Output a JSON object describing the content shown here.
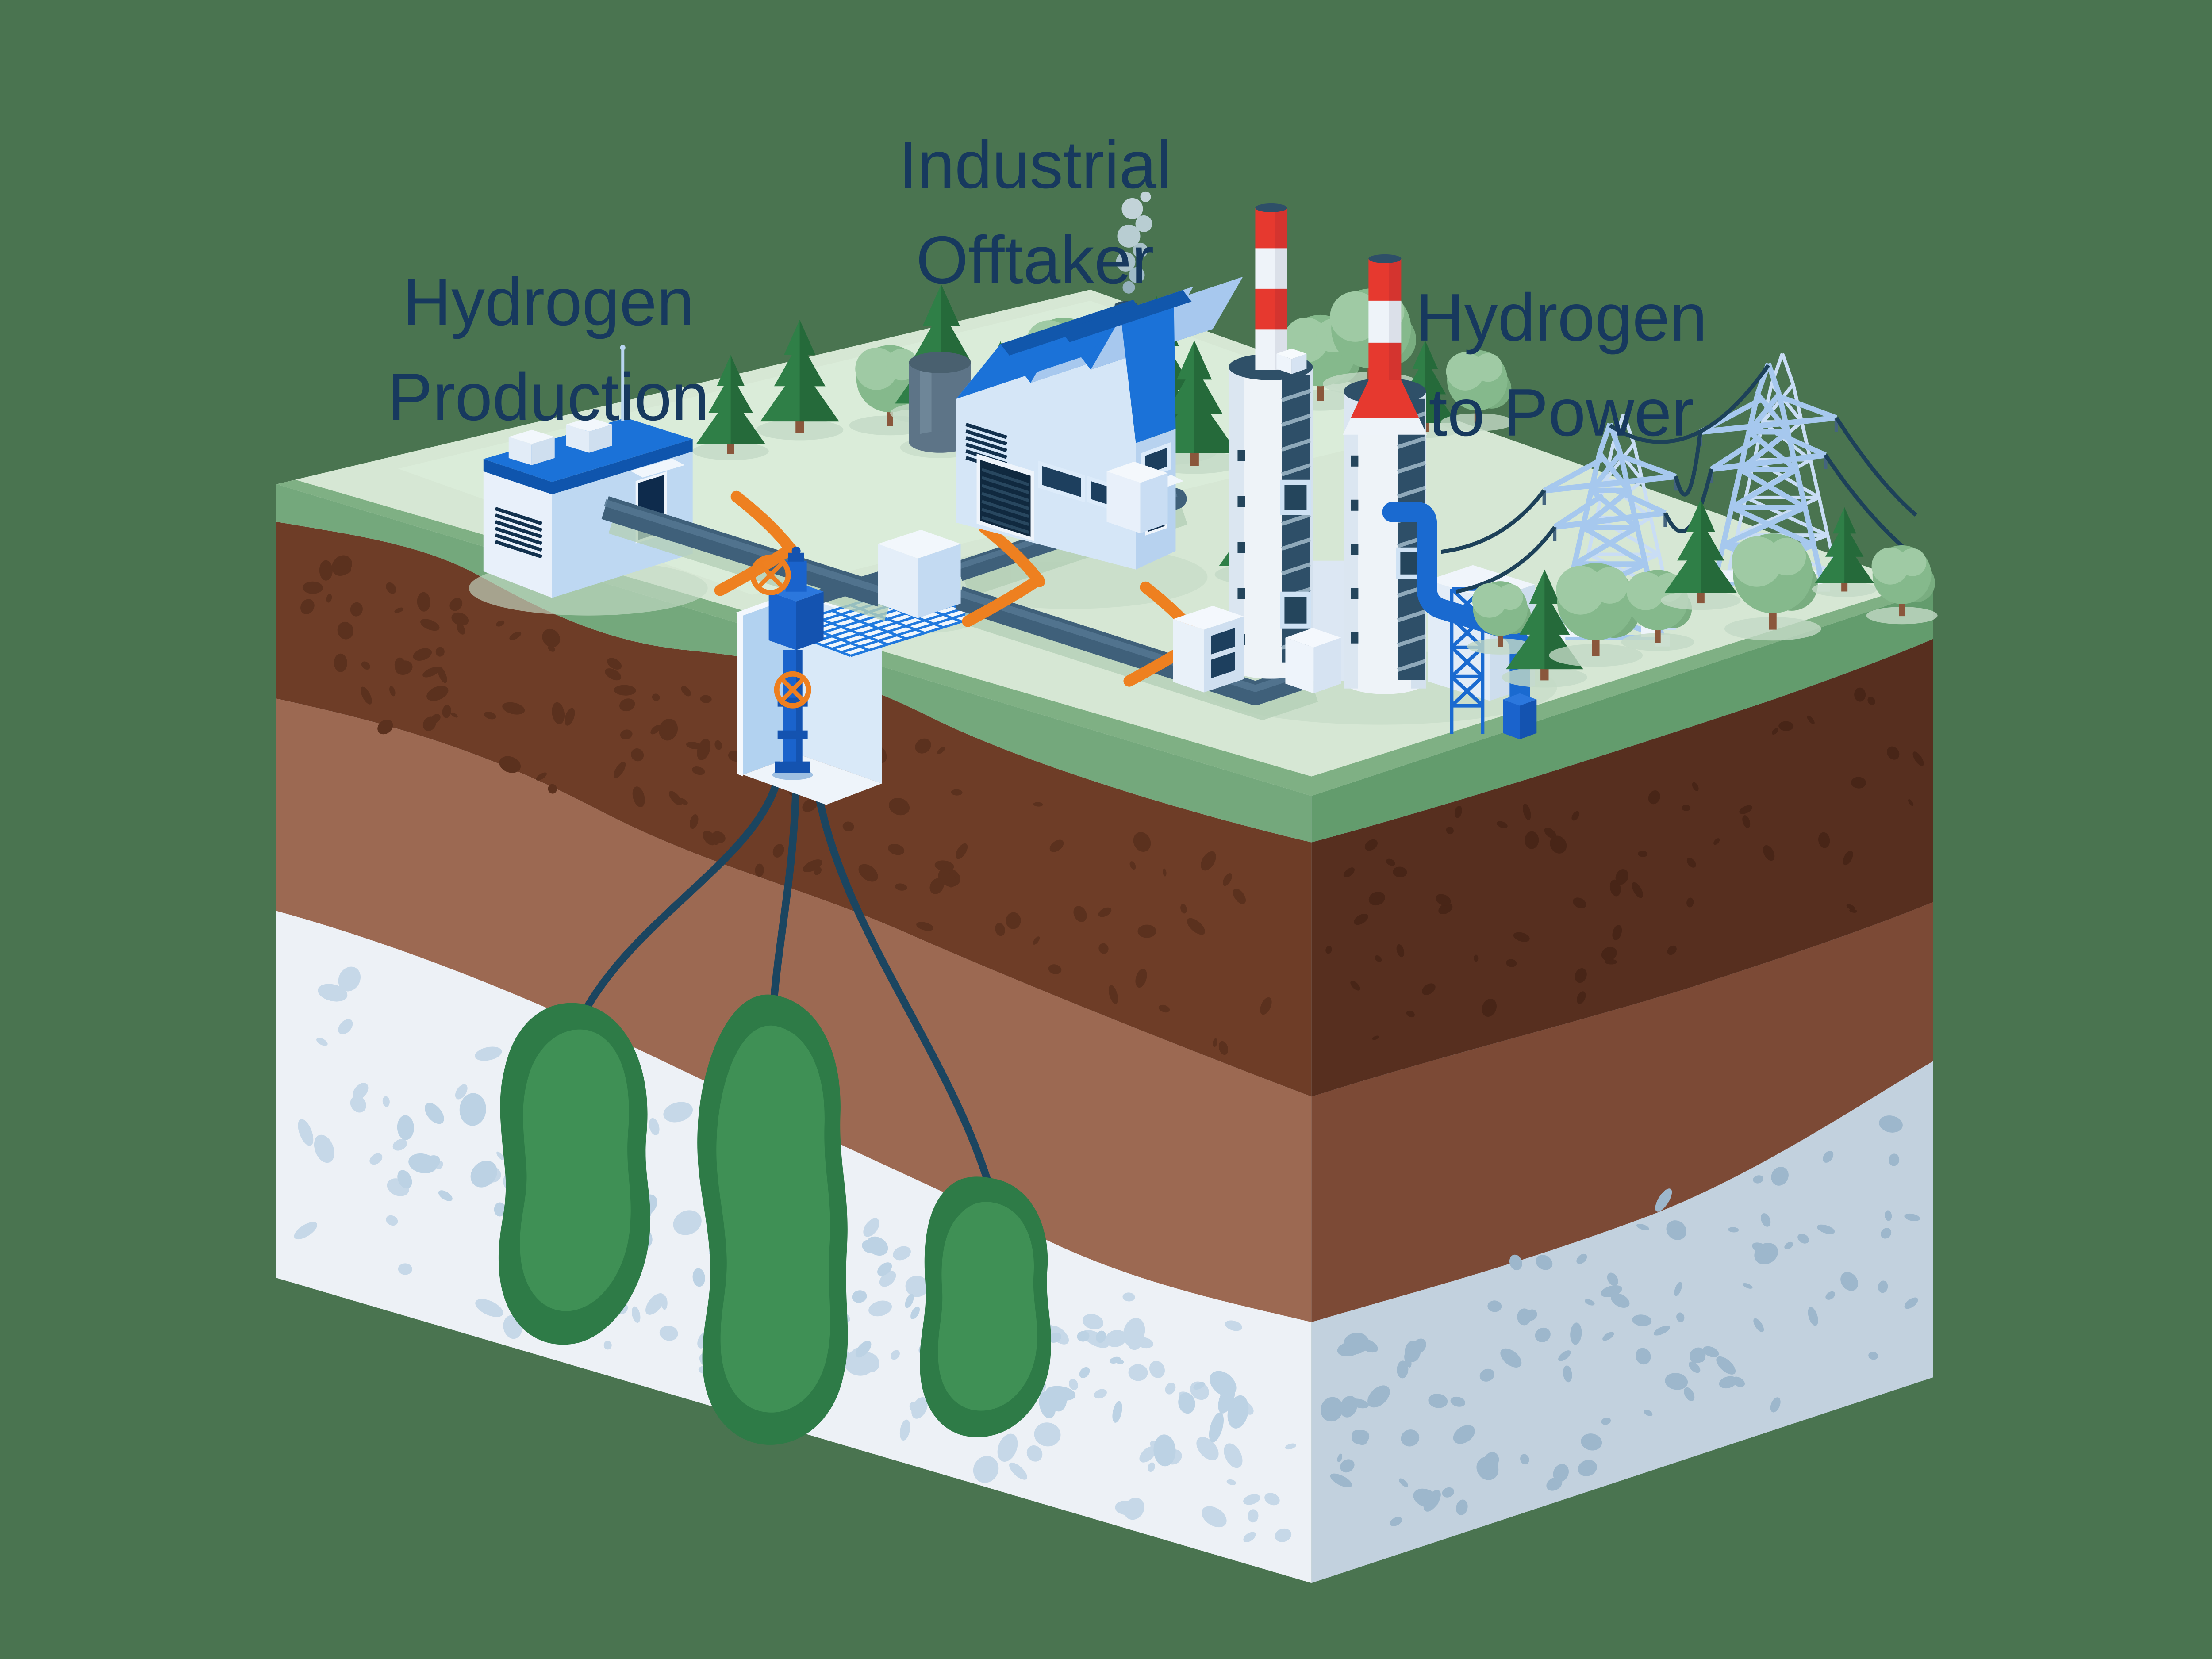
{
  "background_color": "#4a7450",
  "labels": {
    "text_color": "#17395e",
    "production": {
      "line1": "Hydrogen",
      "line2": "Production"
    },
    "offtaker": {
      "line1": "Industrial",
      "line2": "Offtaker"
    },
    "power": {
      "line1": "Hydrogen",
      "line2": "to Power"
    }
  },
  "palette": {
    "grass_top": "#d6e7d4",
    "grass_edge_left": "#74a87c",
    "grass_edge_right": "#639c6d",
    "soil_dark_front": "#6e3d27",
    "soil_dark_side": "#572f1f",
    "soil_medium_front": "#9c6952",
    "soil_medium_side": "#7c4a36",
    "rock_front": "#edf1f6",
    "rock_side": "#c2d1de",
    "pipe_gray": "#3f607a",
    "machine_blue": "#1a6ad0",
    "roof_blue": "#1b72d8",
    "building_light_blue": "#d5e6f7",
    "window_navy": "#1d3f5e",
    "chimney_red": "#e6392f",
    "cavern_green": "#2e7b47",
    "cavern_green_light": "#3f9055",
    "arrow_orange": "#ee8020",
    "valve_orange": "#ee7f1f",
    "wire_navy": "#1d4159",
    "tree_pine_green": "#2f7f47",
    "tree_round_green": "#85b98c",
    "smoke_gray": "#a9c3d4",
    "tank_gray": "#5d7487"
  },
  "illustration": {
    "caverns_count": 3,
    "wells_count": 3,
    "pylons_count": 2,
    "flow_arrows_count": 3,
    "components": [
      "hydrogen-production-building",
      "industrial-offtaker-factory",
      "hydrogen-to-power-plant",
      "pipeline-network",
      "wellhead",
      "underground-salt-caverns",
      "transmission-pylons"
    ]
  }
}
